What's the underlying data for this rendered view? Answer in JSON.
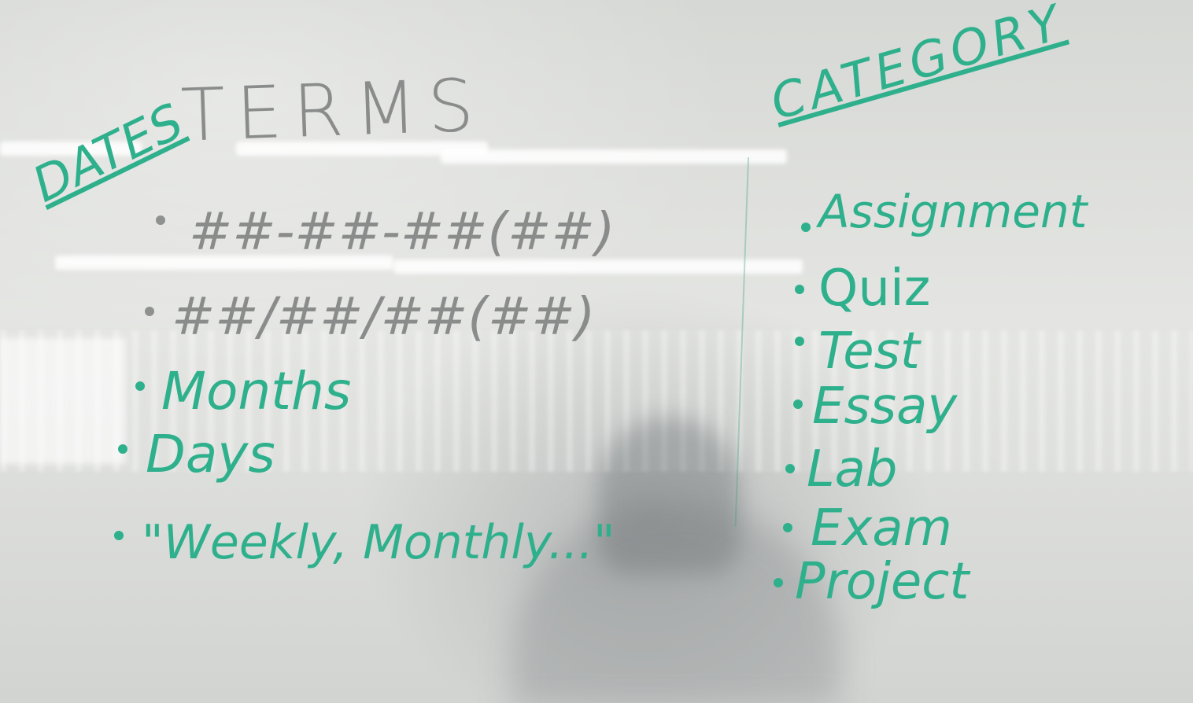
{
  "board": {
    "title": "TERMS",
    "dates": {
      "heading": "DATES",
      "items": [
        "##-##-##(##)",
        "##/##/##(##)",
        "Months",
        "Days",
        "\"Weekly, Monthly...\""
      ]
    },
    "category": {
      "heading": "CATEGORY",
      "items": [
        "Assignment",
        "Quiz",
        "Test",
        "Essay",
        "Lab",
        "Exam",
        "Project"
      ]
    }
  },
  "colors": {
    "marker_green": "#2fb08c",
    "marker_gray": "#8a8c8c",
    "board": "#dcdddb"
  }
}
